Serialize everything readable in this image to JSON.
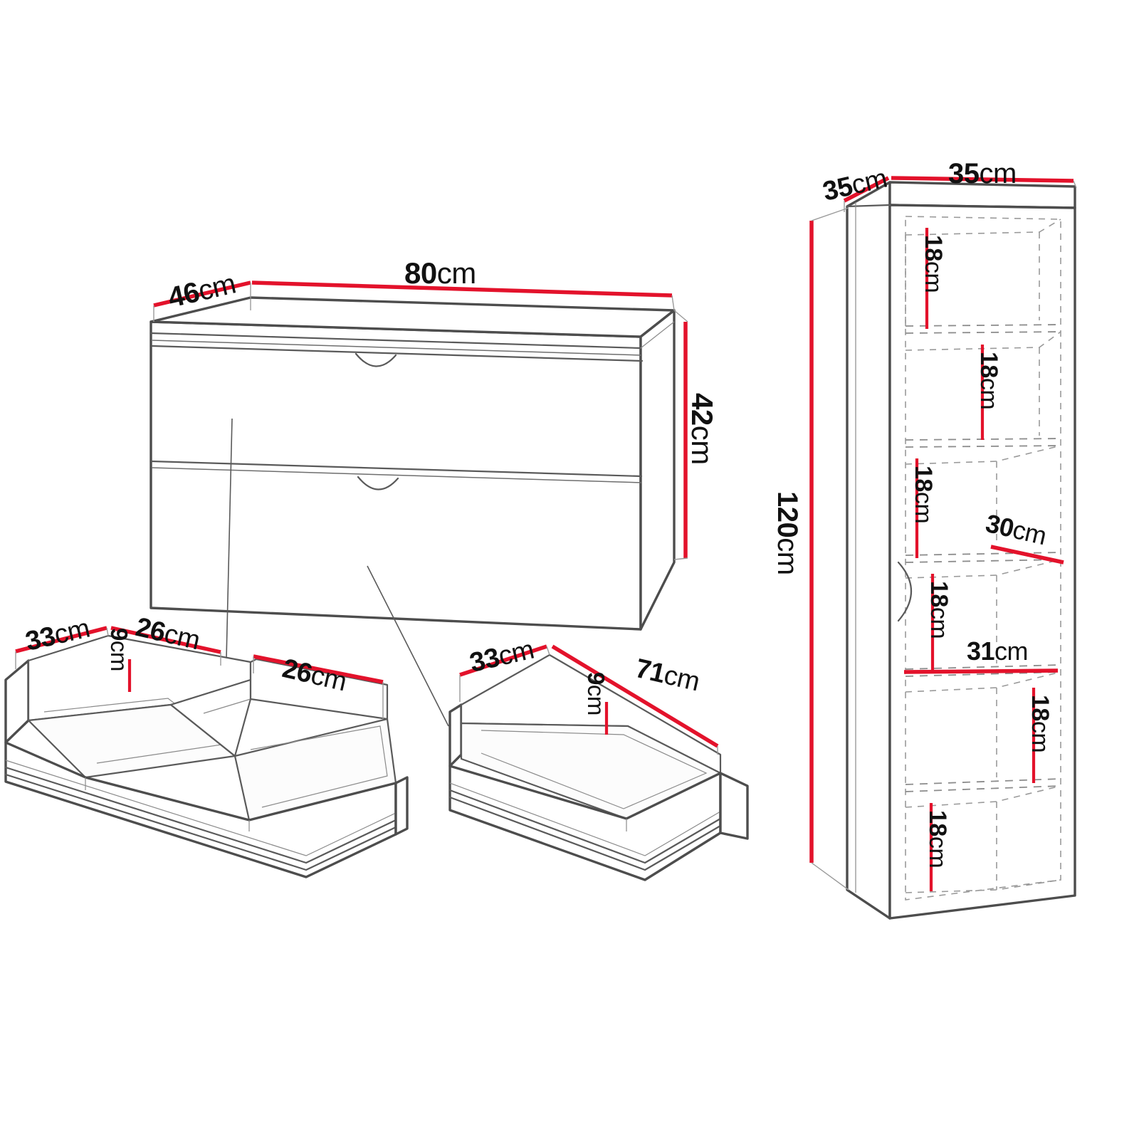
{
  "diagram": {
    "title": "Furniture dimension diagram",
    "unit": "cm",
    "colors": {
      "dimension_line": "#e3122b",
      "outline": "#4d4d4d",
      "hidden_line": "#808080",
      "background": "#ffffff"
    }
  },
  "chest": {
    "name": "2-drawer chest",
    "width": "80",
    "depth": "46",
    "height": "42",
    "labels": {
      "width": "80",
      "width_unit": "cm",
      "depth": "46",
      "depth_unit": "cm",
      "height": "42",
      "height_unit": "cm"
    },
    "drawer_count": 2,
    "handle_style": "semicircular-cutout"
  },
  "drawer_small": {
    "name": "Small divided drawer pair",
    "labels": {
      "depth": "33",
      "depth_unit": "cm",
      "width_left": "26",
      "width_left_unit": "cm",
      "width_right": "26",
      "width_right_unit": "cm",
      "height": "9",
      "height_unit": "cm"
    }
  },
  "drawer_large": {
    "name": "Large drawer",
    "labels": {
      "depth": "33",
      "depth_unit": "cm",
      "width": "71",
      "width_unit": "cm",
      "height": "9",
      "height_unit": "cm"
    }
  },
  "cabinet": {
    "name": "Tall shelf cabinet",
    "labels": {
      "depth": "35",
      "depth_unit": "cm",
      "width": "35",
      "width_unit": "cm",
      "height": "120",
      "height_unit": "cm"
    },
    "compartments": [
      {
        "id": 1,
        "height": "18",
        "unit": "cm"
      },
      {
        "id": 2,
        "height": "18",
        "unit": "cm"
      },
      {
        "id": 3,
        "height": "18",
        "unit": "cm"
      },
      {
        "id": 4,
        "height": "18",
        "unit": "cm"
      },
      {
        "id": 5,
        "height": "18",
        "unit": "cm"
      },
      {
        "id": 6,
        "height": "18",
        "unit": "cm"
      }
    ],
    "interior_widths": [
      {
        "id": "upper",
        "value": "30",
        "unit": "cm"
      },
      {
        "id": "lower",
        "value": "31",
        "unit": "cm"
      }
    ],
    "handle_style": "semicircular-cutout"
  }
}
